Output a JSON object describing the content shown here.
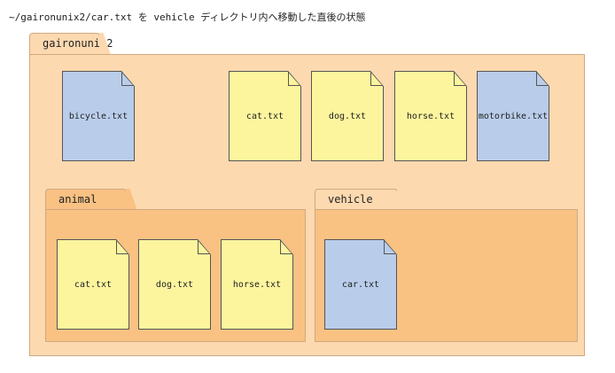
{
  "caption": "~/gaironunix2/car.txt を vehicle ディレクトリ内へ移動した直後の状態",
  "colors": {
    "root_folder": "#fdd9b0",
    "sub_folder": "#f9c283",
    "text_file": "#fdf59e",
    "moved_or_other_file": "#b9cdea"
  },
  "root_folder": {
    "name": "gaironunix2",
    "files": [
      {
        "name": "bicycle.txt",
        "color": "blue"
      },
      {
        "name": "cat.txt",
        "color": "yellow"
      },
      {
        "name": "dog.txt",
        "color": "yellow"
      },
      {
        "name": "horse.txt",
        "color": "yellow"
      },
      {
        "name": "motorbike.txt",
        "color": "blue"
      }
    ]
  },
  "animal_folder": {
    "name": "animal",
    "files": [
      {
        "name": "cat.txt",
        "color": "yellow"
      },
      {
        "name": "dog.txt",
        "color": "yellow"
      },
      {
        "name": "horse.txt",
        "color": "yellow"
      }
    ]
  },
  "vehicle_folder": {
    "name": "vehicle",
    "files": [
      {
        "name": "car.txt",
        "color": "blue"
      }
    ]
  }
}
